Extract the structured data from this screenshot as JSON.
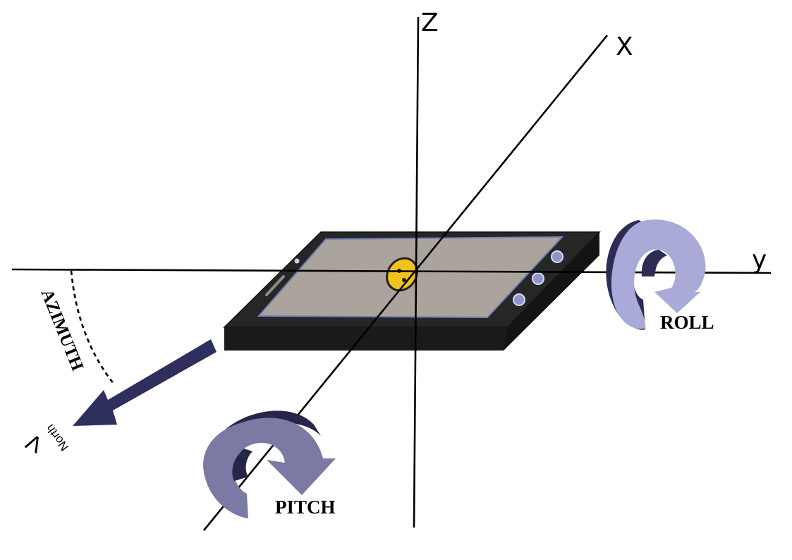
{
  "axes": {
    "z_label": "Z",
    "x_label": "X",
    "y_label": "y"
  },
  "rotations": {
    "roll_label": "ROLL",
    "pitch_label": "PITCH",
    "azimuth_label": "AZIMUTH"
  },
  "direction": {
    "north_label": "North",
    "north_symbol": "V"
  },
  "colors": {
    "arrow_dark": "#2f2f5e",
    "roll_light": "#a9aad8",
    "roll_dark": "#2c2c55",
    "pitch_light": "#7a7aa5",
    "pitch_dark": "#26264a",
    "phone_body": "#262626",
    "phone_screen": "#aaa49c",
    "screen_border": "#7080b8",
    "center_disc": "#f1c21b"
  }
}
